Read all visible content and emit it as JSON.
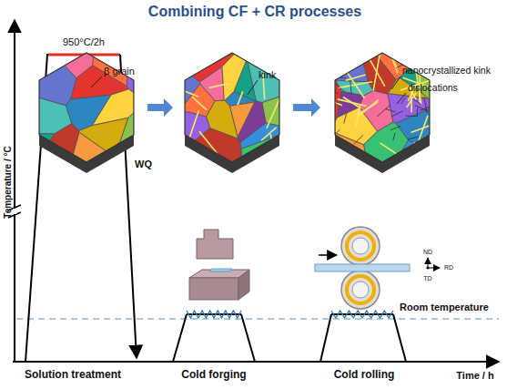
{
  "diagram": {
    "title": "Combining CF + CR processes",
    "labels": [
      "β grain",
      "kink",
      "nanocrystallized kink",
      "dislocations",
      "950°C/2h",
      "WQ",
      "Room temperature",
      "ND",
      "RD",
      "TD",
      "Solution treatment",
      "Cold forging",
      "Cold rolling",
      "Time / h",
      "Temperature / °C"
    ]
  }
}
